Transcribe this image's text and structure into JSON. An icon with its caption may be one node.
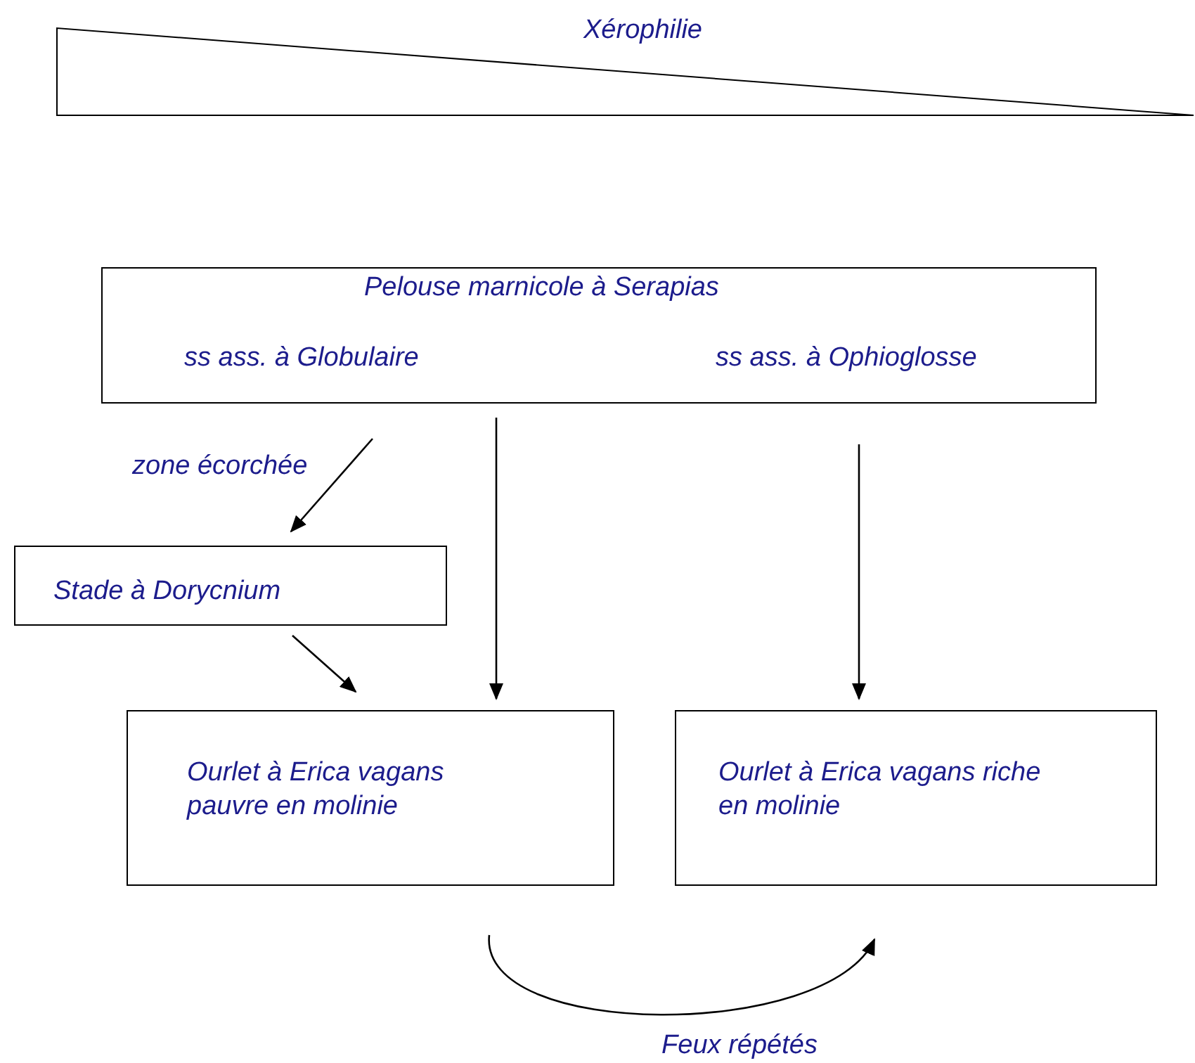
{
  "diagram": {
    "nodes": [
      {
        "text": [
          "Xérophilie"
        ]
      },
      {
        "text": [
          "Pelouse marnicole à Serapias",
          "ss ass. à Globulaire",
          "ss ass. à Ophioglosse"
        ]
      },
      {
        "text": [
          "Stade à Dorycnium"
        ]
      },
      {
        "text": [
          "Ourlet à Erica vagans pauvre en molinie"
        ]
      },
      {
        "text": [
          "Ourlet à Erica vagans riche en molinie"
        ]
      }
    ],
    "edges": [
      {
        "from": 1,
        "to": 2,
        "arrow": "to",
        "label": "zone écorchée"
      },
      {
        "from": 1,
        "to": 3,
        "arrow": "to"
      },
      {
        "from": 2,
        "to": 3,
        "arrow": "to"
      },
      {
        "from": 1,
        "to": 4,
        "arrow": "to"
      },
      {
        "from": 3,
        "to": 4,
        "arrow": "to",
        "label": "Feux répétés"
      }
    ]
  }
}
